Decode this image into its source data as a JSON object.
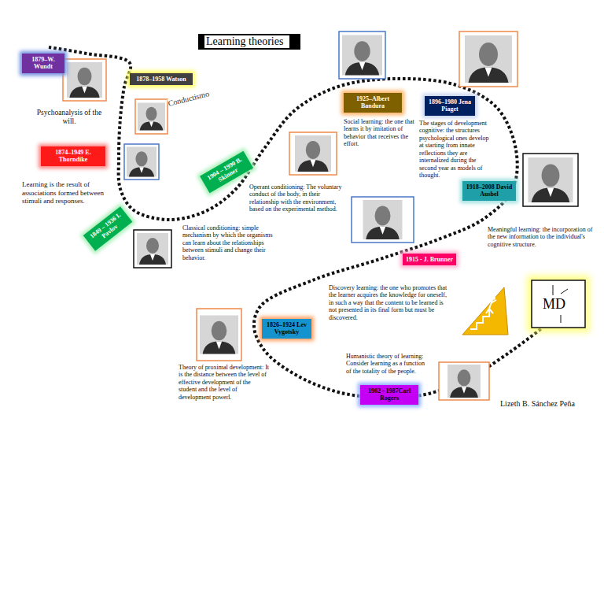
{
  "diagram": {
    "title": "Learning theories",
    "nodes": [
      {
        "text": [
          "1879–W. Wundt"
        ]
      },
      {
        "text": [
          "1878–1958 Watson"
        ]
      },
      {
        "text": [
          "1874–1949 E. Thorndike"
        ]
      },
      {
        "text": [
          "1904 – 1990 B. Skinner"
        ]
      },
      {
        "text": [
          "1849 – 1936 I. Pavlov"
        ]
      },
      {
        "text": [
          "1925–Albert Bandura"
        ]
      },
      {
        "text": [
          "1896–1980 Jena Piaget"
        ]
      },
      {
        "text": [
          "1918–2008 David Ausbel"
        ]
      },
      {
        "text": [
          "1915 - J. Brunner"
        ]
      },
      {
        "text": [
          "1826–1924 Lev Vygotsky"
        ]
      },
      {
        "text": [
          "1902 - 1987Carl Rogers"
        ]
      }
    ],
    "labels": [
      "Psychoanalysis of the will.",
      "Conductismo",
      "Learning is the result of associations formed between stimuli and responses.",
      "Operant conditioning: The voluntary conduct of the body, in their relationship with the environment, based on the experimental method.",
      "Classical conditioning: simple mechanism by which the organisms can learn about the relationships between stimuli and change their behavior.",
      "Social learning: the one that learns it by imitation of behavior that receives the effort.",
      "The stages of development cognitive: the structures psychological ones develop at starting from innate reflections they are internalized during the second year as models of thought.",
      "Meaningful learning: the incorporation of the new information to the individual's cognitive structure.",
      "Discovery learning: the one who promotes that the learner acquires the knowledge for oneself, in such a way that the content to be learned is not presented in its final form but must be discovered.",
      "Theory of proximal development: It is the distance between the level of effective development of the student and the level of development powerl.",
      "Humanistic theory of learning: Consider learning as a function of the totality of the people.",
      "Lizeth B. Sánchez Peña",
      "MD"
    ]
  }
}
